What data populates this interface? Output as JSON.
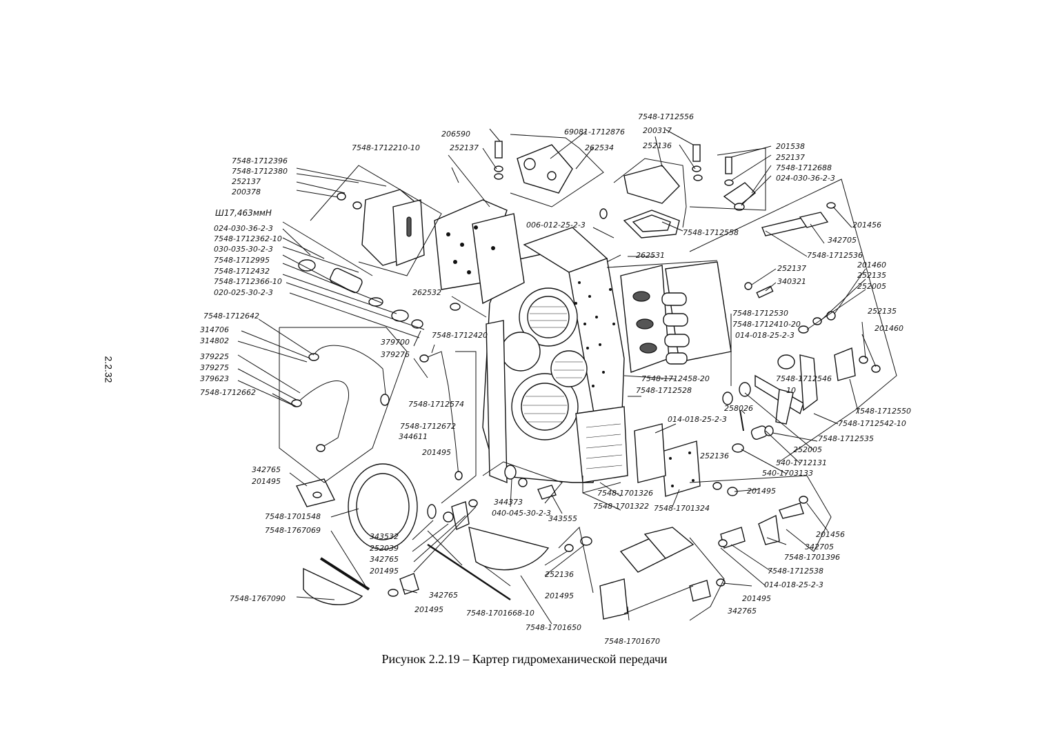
{
  "caption": "Рисунок 2.2.19 – Картер гидромеханической передачи",
  "page_number": "2.2.32",
  "labels": {
    "l0": "7548-1712556",
    "l1": "206590",
    "l2": "69081-1712876",
    "l3": "200317",
    "l4": "252137",
    "l5": "262534",
    "l6": "252136",
    "l7": "7548-1712210-10",
    "l8": "201538",
    "l9": "252137",
    "l10": "7548-1712688",
    "l11": "024-030-36-2-3",
    "l12": "7548-1712396",
    "l13": "7548-1712380",
    "l14": "252137",
    "l15": "200378",
    "l16": "7548-1712558",
    "l17": "201456",
    "l18": "342705",
    "l19": "7548-1712536",
    "l20": "Ш17,463ммН",
    "l21": "024-030-36-2-3",
    "l22": "7548-1712362-10",
    "l23": "030-035-30-2-3",
    "l24": "7548-1712995",
    "l25": "7548-1712432",
    "l26": "7548-1712366-10",
    "l27": "020-025-30-2-3",
    "l28": "006-012-25-2-3",
    "l29": "262531",
    "l30": "201460",
    "l31": "252135",
    "l32": "252005",
    "l33": "252137",
    "l34": "340321",
    "l35": "262532",
    "l36": "252135",
    "l37": "201460",
    "l38": "7548-1712642",
    "l39": "314706",
    "l40": "314802",
    "l41": "379225",
    "l42": "379275",
    "l43": "379623",
    "l44": "7548-1712662",
    "l45": "379700",
    "l46": "7548-1712420",
    "l47": "379276",
    "l48": "7548-1712530",
    "l49": "7548-1712410-20",
    "l50": "014-018-25-2-3",
    "l51": "7548-1712458-20",
    "l52": "7548-1712528",
    "l53": "7548-1712546",
    "l54": "10",
    "l55": "7548-1712574",
    "l56": "7548-1712672",
    "l57": "344611",
    "l58": "201495",
    "l59": "7548-1712550",
    "l60": "7548-1712542-10",
    "l61": "258026",
    "l62": "014-018-25-2-3",
    "l63": "7548-1712535",
    "l64": "252005",
    "l65": "540-1712131",
    "l66": "540-1703133",
    "l67": "252136",
    "l68": "342765",
    "l69": "201495",
    "l70": "344373",
    "l71": "040-045-30-2-3",
    "l72": "343555",
    "l73": "7548-1701326",
    "l74": "7548-1701322",
    "l75": "7548-1701324",
    "l76": "201495",
    "l77": "7548-1701548",
    "l78": "7548-1767069",
    "l79": "343532",
    "l80": "252039",
    "l81": "342765",
    "l82": "201495",
    "l83": "201456",
    "l84": "342705",
    "l85": "7548-1701396",
    "l86": "7548-1712538",
    "l87": "014-018-25-2-3",
    "l88": "252136",
    "l89": "201495",
    "l90": "7548-1767090",
    "l91": "342765",
    "l92": "201495",
    "l93": "7548-1701668-10",
    "l94": "7548-1701650",
    "l95": "201495",
    "l96": "342765",
    "l97": "7548-1701670"
  }
}
